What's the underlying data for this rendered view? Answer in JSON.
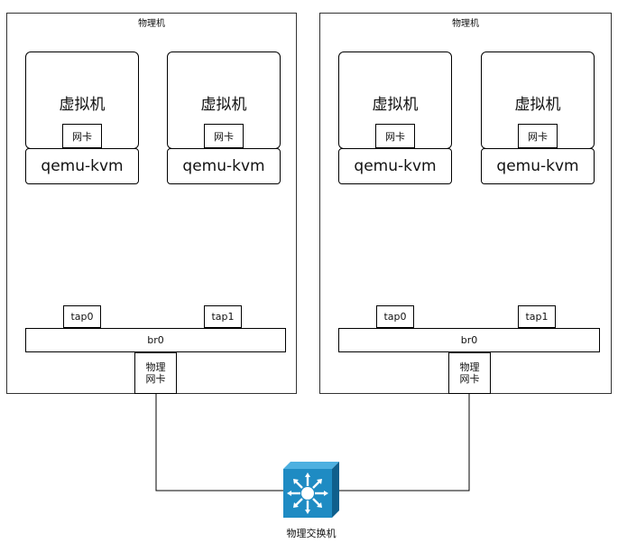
{
  "hosts": [
    {
      "title": "物理机",
      "vms": [
        {
          "label": "虚拟机",
          "nic": "网卡",
          "qemu": "qemu-kvm",
          "tap": "tap0"
        },
        {
          "label": "虚拟机",
          "nic": "网卡",
          "qemu": "qemu-kvm",
          "tap": "tap1"
        }
      ],
      "bridge": "br0",
      "phys_nic": [
        "物理",
        "网卡"
      ]
    },
    {
      "title": "物理机",
      "vms": [
        {
          "label": "虚拟机",
          "nic": "网卡",
          "qemu": "qemu-kvm",
          "tap": "tap0"
        },
        {
          "label": "虚拟机",
          "nic": "网卡",
          "qemu": "qemu-kvm",
          "tap": "tap1"
        }
      ],
      "bridge": "br0",
      "phys_nic": [
        "物理",
        "网卡"
      ]
    }
  ],
  "switch": {
    "label": "物理交换机",
    "color": "#1e8bc3",
    "icon": "switch-icon"
  }
}
